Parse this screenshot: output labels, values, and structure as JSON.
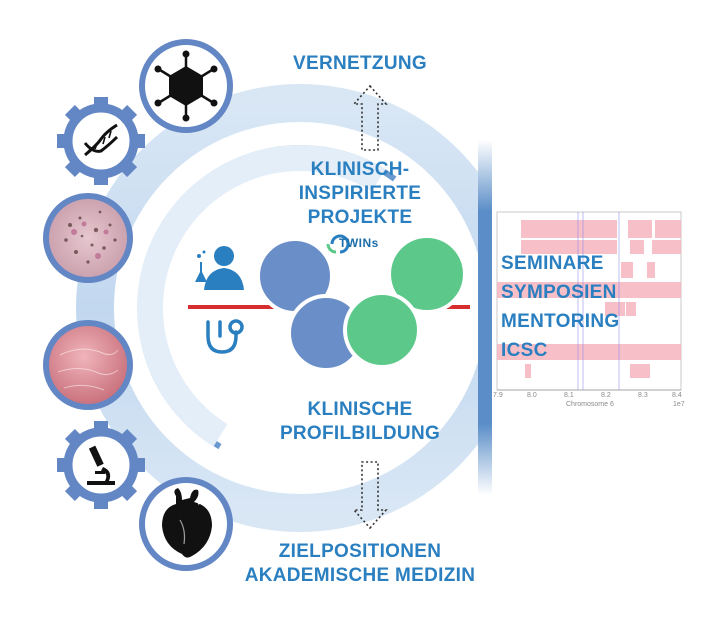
{
  "labels": {
    "top": "VERNETZUNG",
    "center_top": [
      "KLINISCH-",
      "INSPIRIERTE",
      "PROJEKTE"
    ],
    "center_bottom": [
      "KLINISCHE",
      "PROFILBILDUNG"
    ],
    "bottom": [
      "ZIELPOSITIONEN",
      "AKADEMISCHE MEDIZIN"
    ]
  },
  "side_list": [
    "SEMINARE",
    "SYMPOSIEN",
    "MENTORING",
    "ICSC"
  ],
  "logo_text": "TWINs",
  "chart": {
    "xlabel": "Chromosome 6",
    "ticks": [
      "7.9",
      "8.0",
      "8.1",
      "8.2",
      "8.3",
      "8.4"
    ],
    "exponent": "1e7"
  },
  "icons": [
    "virus-icon",
    "dna-gear-icon",
    "tissue-sample-1",
    "tissue-sample-2",
    "microscope-gear-icon",
    "heart-icon",
    "scientist-icon",
    "stethoscope-icon"
  ],
  "colors": {
    "label_blue": "#2a7fc0",
    "ring_blue": "#5b8ec8",
    "circle_blue": "#6a8fc8",
    "circle_green": "#5cc98a",
    "red_line": "#d62e2e",
    "chart_pink": "#f6b6c0"
  }
}
